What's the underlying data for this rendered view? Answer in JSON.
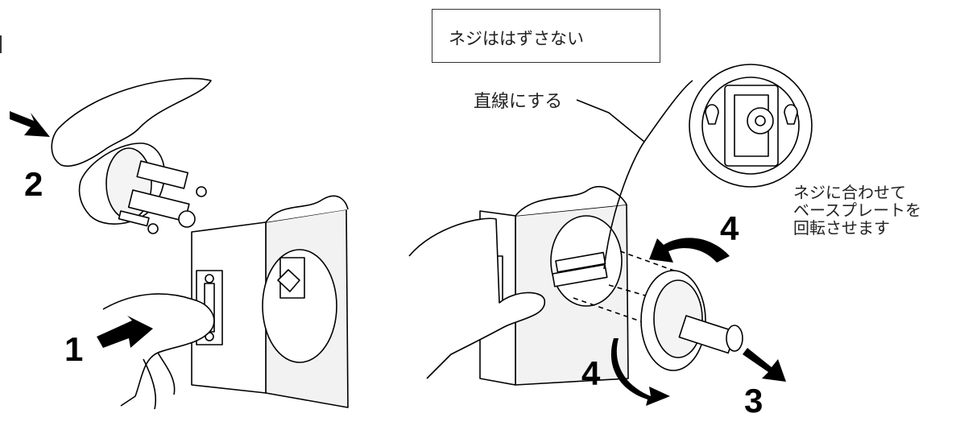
{
  "callout": {
    "text": "ネジははずさない"
  },
  "straight_label": "直線にする",
  "rotate_note": [
    "ネジに合わせて",
    "ベースプレートを",
    "回転させます"
  ],
  "steps": {
    "step1": "1",
    "step2": "2",
    "step3": "3",
    "step4_upper": "4",
    "step4_lower": "4"
  }
}
